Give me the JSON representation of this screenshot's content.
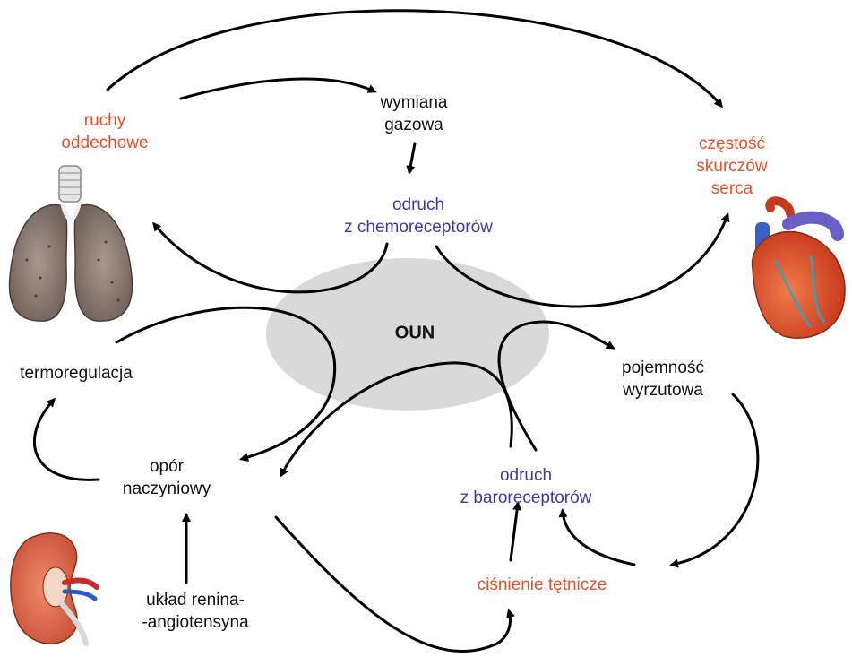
{
  "center": {
    "label": "OUN"
  },
  "nodes": {
    "breathing": {
      "lines": [
        "ruchy",
        "oddechowe"
      ]
    },
    "gas_exchange": {
      "lines": [
        "wymiana",
        "gazowa"
      ]
    },
    "heart_rate": {
      "lines": [
        "częstość",
        "skurczów",
        "serca"
      ]
    },
    "chemoreflex": {
      "lines": [
        "odruch",
        "z chemoreceptorów"
      ]
    },
    "thermoregulation": {
      "lines": [
        "termoregulacja"
      ]
    },
    "stroke_volume": {
      "lines": [
        "pojemność",
        "wyrzutowa"
      ]
    },
    "resistance": {
      "lines": [
        "opór",
        "naczyniowy"
      ]
    },
    "baroreflex": {
      "lines": [
        "odruch",
        "z baroreceptorów"
      ]
    },
    "blood_pressure": {
      "lines": [
        "ciśnienie tętnicze"
      ]
    },
    "renin": {
      "lines": [
        "układ renina-",
        "-angiotensyna"
      ]
    }
  },
  "colors": {
    "effector": "#e8502a",
    "reflex": "#3a3ab0",
    "neutral": "#111111",
    "cns_ellipse": "#d9d9d9"
  },
  "icons": [
    "lungs-icon",
    "heart-icon",
    "kidney-icon"
  ]
}
